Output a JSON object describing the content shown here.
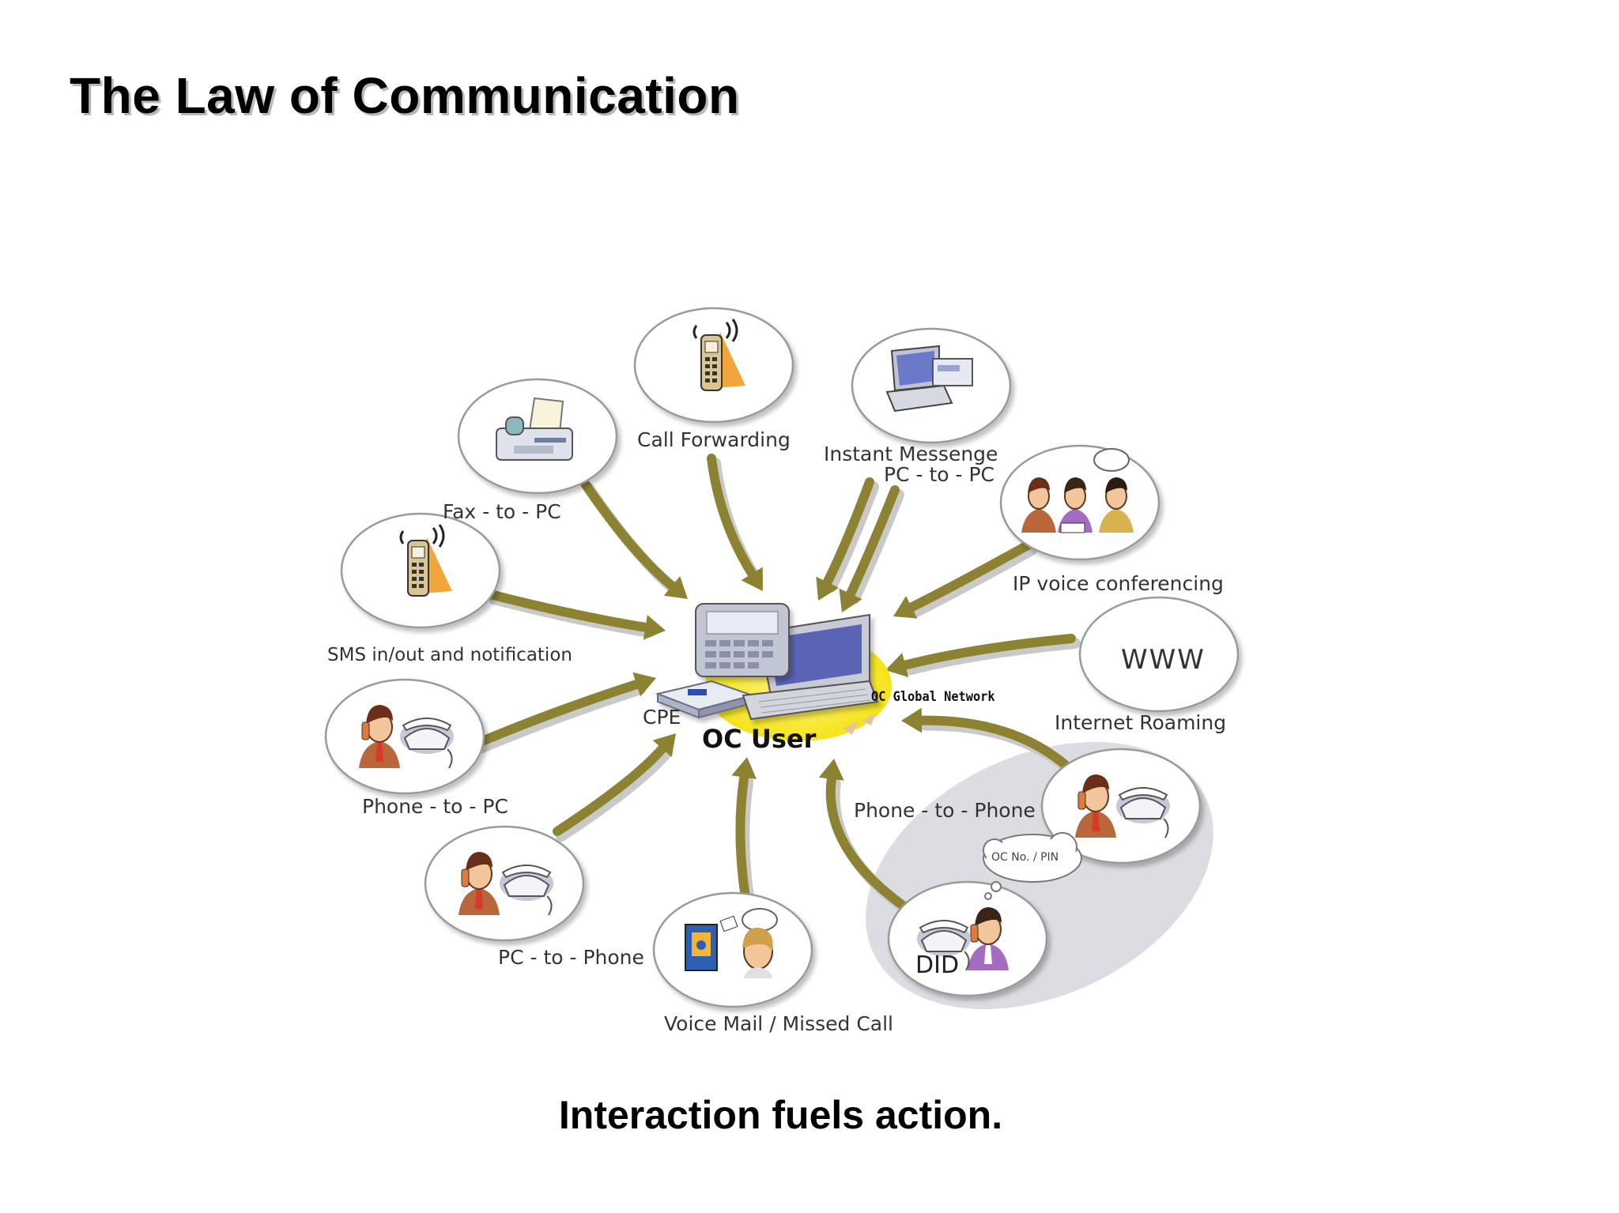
{
  "title": "The Law of Communication",
  "caption": "Interaction fuels action.",
  "diagram": {
    "center": {
      "label": "OC User",
      "network": "OC Global Network",
      "device_label": "CPE"
    },
    "services": [
      {
        "id": "call-forwarding",
        "label": "Call Forwarding",
        "icon": "cellphone-icon"
      },
      {
        "id": "instant-messenger",
        "label": "Instant Messenge",
        "icon": "laptop-icon"
      },
      {
        "id": "pc-to-pc",
        "label": "PC - to - PC",
        "icon": "laptop-icon"
      },
      {
        "id": "fax-to-pc",
        "label": "Fax - to - PC",
        "icon": "fax-machine-icon"
      },
      {
        "id": "ip-voice-conferencing",
        "label": "IP voice conferencing",
        "icon": "conference-people-icon"
      },
      {
        "id": "sms",
        "label": "SMS in/out and notification",
        "icon": "cellphone-icon"
      },
      {
        "id": "internet-roaming",
        "label": "Internet Roaming",
        "icon": "www-icon",
        "badge": "WWW"
      },
      {
        "id": "phone-to-pc",
        "label": "Phone - to - PC",
        "icon": "man-on-phone-icon"
      },
      {
        "id": "phone-to-phone",
        "label": "Phone - to - Phone",
        "icon": "man-on-phone-icon"
      },
      {
        "id": "pc-to-phone",
        "label": "PC - to - Phone",
        "icon": "man-on-phone-icon"
      },
      {
        "id": "did",
        "label": "DID",
        "icon": "woman-on-phone-icon",
        "thought": "OC No. / PIN"
      },
      {
        "id": "voice-mail",
        "label": "Voice Mail / Missed Call",
        "icon": "voicemail-icon"
      }
    ]
  },
  "colors": {
    "arrow": "#8c8231",
    "arrow_shadow": "#c9c9c9",
    "hub": "#f5e417",
    "ellipse_border": "#9a9a9a",
    "shade": "#dcdde2"
  }
}
